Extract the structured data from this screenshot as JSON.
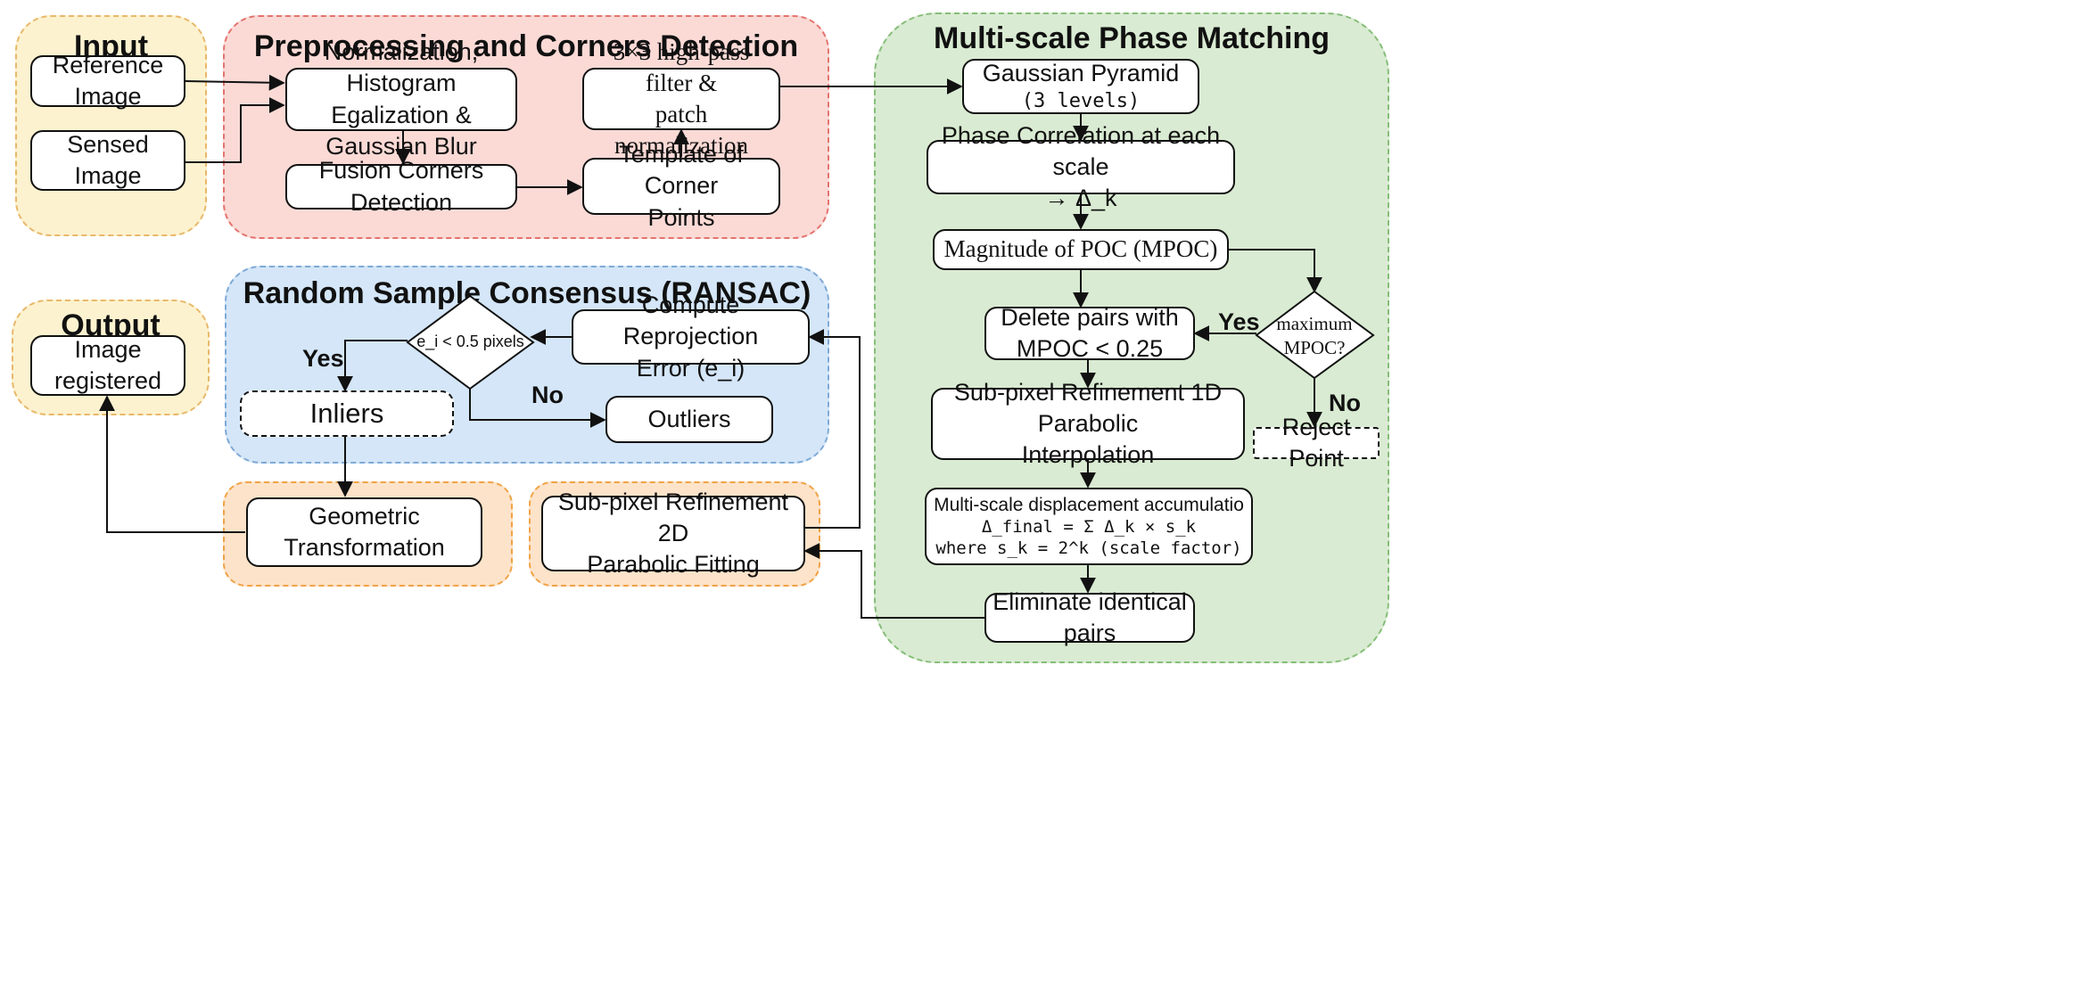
{
  "groups": {
    "input": "Input",
    "preprocessing": "Preprocessing and Corners Detection",
    "multiscale": "Multi-scale Phase Matching",
    "ransac": "Random Sample Consensus (RANSAC)",
    "output": "Output"
  },
  "nodes": {
    "reference_image": "Reference Image",
    "sensed_image": "Sensed Image",
    "normalization": "Normalization, Histogram\nEgalization & Gaussian Blur",
    "highpass": "3×3 high-pass filter &\npatch normalization",
    "fusion_corners": "Fusion Corners Detection",
    "template_corners": "Template of Corner\nPoints",
    "gaussian_pyramid_title": "Gaussian Pyramid",
    "gaussian_pyramid_levels": "(3 levels)",
    "phase_correlation": "Phase Correlation at each scale\n→ Δ_k",
    "mpoc": "Magnitude of POC (MPOC)",
    "max_mpoc": "maximum\nMPOC?",
    "delete_pairs": "Delete pairs with\nMPOC < 0.25",
    "reject_point": "Reject Point",
    "subpixel_1d": "Sub-pixel Refinement 1D Parabolic\nInterpolation",
    "accumulation_title": "Multi-scale displacement accumulatio",
    "accumulation_formula": "Δ_final = Σ Δ_k × s_k\nwhere s_k = 2^k (scale factor)",
    "eliminate_identical": "Eliminate identical pairs",
    "compute_reprojection": "Compute Reprojection\nError (e_i)",
    "error_decision": "e_i < 0.5 pixels",
    "inliers": "Inliers",
    "outliers": "Outliers",
    "image_registered": "Image registered",
    "geometric_transformation": "Geometric\nTransformation",
    "subpixel_2d": "Sub-pixel Refinement 2D\nParabolic Fitting"
  },
  "edge_labels": {
    "yes_mpoc": "Yes",
    "no_mpoc": "No",
    "yes_ransac": "Yes",
    "no_ransac": "No"
  }
}
